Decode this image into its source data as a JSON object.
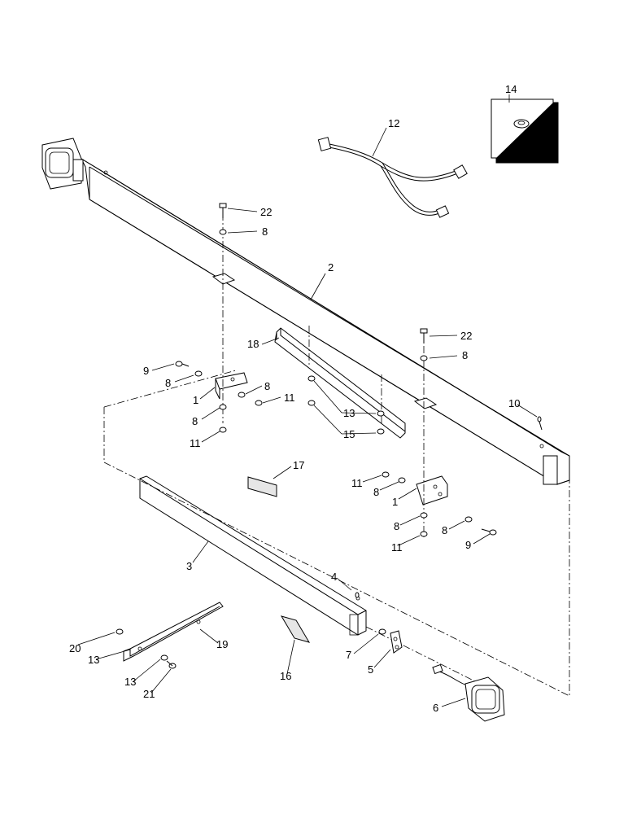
{
  "callouts": {
    "c14": "14",
    "c12": "12",
    "c22a": "22",
    "c8a": "8",
    "c2": "2",
    "c18": "18",
    "c22b": "22",
    "c8b": "8",
    "c9a": "9",
    "c8c": "8",
    "c8d": "8",
    "c1a": "1",
    "c11a": "11",
    "c8e": "8",
    "c13a": "13",
    "c11b": "11",
    "c15": "15",
    "c10": "10",
    "c17": "17",
    "c11c": "11",
    "c8f": "8",
    "c1b": "1",
    "c8g": "8",
    "c8h": "8",
    "c11d": "11",
    "c9b": "9",
    "c3": "3",
    "c4": "4",
    "c20": "20",
    "c19": "19",
    "c13b": "13",
    "c7": "7",
    "c13c": "13",
    "c5": "5",
    "c16": "16",
    "c21": "21",
    "c6": "6"
  }
}
